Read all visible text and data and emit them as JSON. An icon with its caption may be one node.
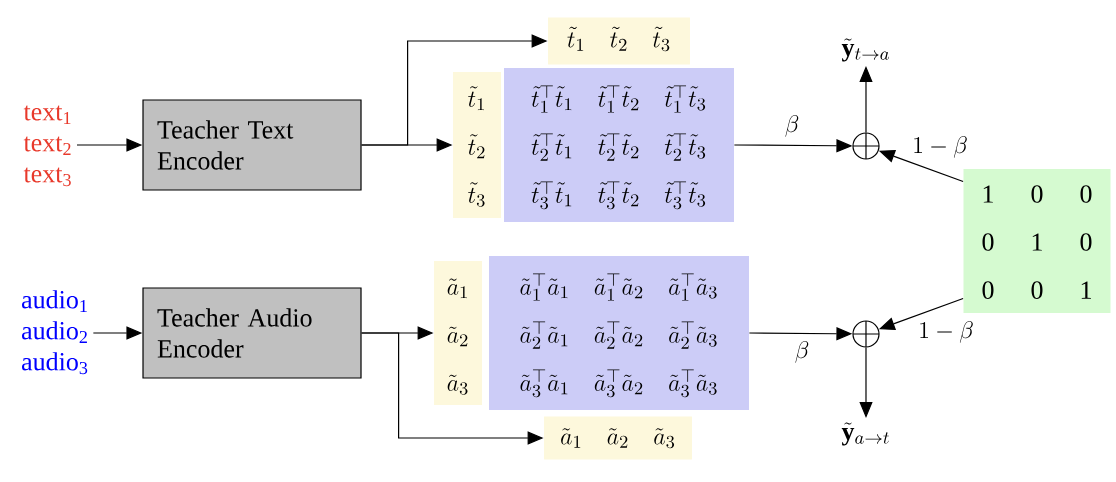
{
  "diagram": {
    "nodes": [
      {
        "text": [
          "text$_{1}$",
          "text$_{2}$",
          "text$_{3}$"
        ]
      },
      {
        "text": [
          "Teacher Text Encoder"
        ]
      },
      {
        "text": [
          "\\tilde{t}_1",
          "\\tilde{t}_2",
          "\\tilde{t}_3"
        ]
      },
      {
        "text": [
          "\\tilde{t}_1",
          "\\tilde{t}_2",
          "\\tilde{t}_3"
        ]
      },
      {
        "text": [
          "\\tilde{t}_1^\\top\\tilde{t}_1",
          "\\tilde{t}_1^\\top\\tilde{t}_2",
          "\\tilde{t}_1^\\top\\tilde{t}_3",
          "\\tilde{t}_2^\\top\\tilde{t}_1",
          "\\tilde{t}_2^\\top\\tilde{t}_2",
          "\\tilde{t}_2^\\top\\tilde{t}_3",
          "\\tilde{t}_3^\\top\\tilde{t}_1",
          "\\tilde{t}_3^\\top\\tilde{t}_2",
          "\\tilde{t}_3^\\top\\tilde{t}_3"
        ]
      },
      {
        "text": [],
        "shape": "circle"
      },
      {
        "text": [
          "\\tilde{\\mathbf{y}}_{t\\rightarrow a}"
        ]
      },
      {
        "text": [
          "1",
          "0",
          "0",
          "0",
          "1",
          "0",
          "0",
          "0",
          "1"
        ]
      },
      {
        "text": [
          "audio$_{1}$",
          "audio$_{2}$",
          "audio$_{3}$"
        ]
      },
      {
        "text": [
          "Teacher Audio Encoder"
        ]
      },
      {
        "text": [
          "\\tilde{a}_1",
          "\\tilde{a}_2",
          "\\tilde{a}_3"
        ]
      },
      {
        "text": [
          "\\tilde{a}_1^\\top\\tilde{a}_1",
          "\\tilde{a}_1^\\top\\tilde{a}_2",
          "\\tilde{a}_1^\\top\\tilde{a}_3",
          "\\tilde{a}_2^\\top\\tilde{a}_1",
          "\\tilde{a}_2^\\top\\tilde{a}_2",
          "\\tilde{a}_2^\\top\\tilde{a}_3",
          "\\tilde{a}_3^\\top\\tilde{a}_1",
          "\\tilde{a}_3^\\top\\tilde{a}_2",
          "\\tilde{a}_3^\\top\\tilde{a}_3"
        ]
      },
      {
        "text": [
          "\\tilde{a}_1",
          "\\tilde{a}_2",
          "\\tilde{a}_3"
        ]
      },
      {
        "text": [],
        "shape": "circle"
      },
      {
        "text": [
          "\\tilde{\\mathbf{y}}_{a\\rightarrow t}"
        ]
      }
    ],
    "edges": [
      {
        "from": 0,
        "to": 1,
        "arrow": "to"
      },
      {
        "from": 1,
        "to": 3,
        "arrow": "to"
      },
      {
        "from": 1,
        "to": 2,
        "arrow": "to"
      },
      {
        "from": 4,
        "to": 5,
        "arrow": "to",
        "label": "\\beta"
      },
      {
        "from": 7,
        "to": 5,
        "arrow": "to",
        "label": "1-\\beta"
      },
      {
        "from": 5,
        "to": 6,
        "arrow": "to"
      },
      {
        "from": 8,
        "to": 9,
        "arrow": "to"
      },
      {
        "from": 9,
        "to": 10,
        "arrow": "to"
      },
      {
        "from": 9,
        "to": 12,
        "arrow": "to"
      },
      {
        "from": 11,
        "to": 13,
        "arrow": "to",
        "label": "\\beta"
      },
      {
        "from": 7,
        "to": 13,
        "arrow": "to",
        "label": "1-\\beta"
      },
      {
        "from": 13,
        "to": 14,
        "arrow": "to"
      }
    ]
  }
}
